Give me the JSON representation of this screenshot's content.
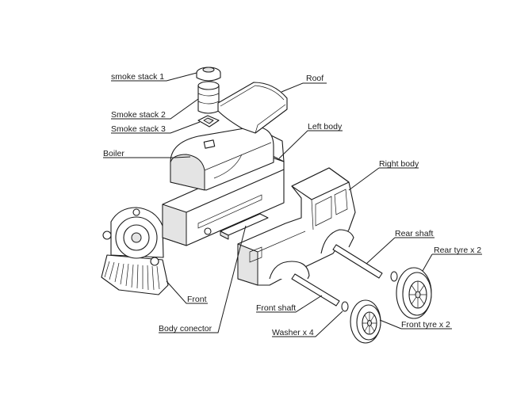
{
  "diagram": {
    "labels": {
      "smoke_stack_1": "smoke stack 1",
      "smoke_stack_2": "Smoke stack 2",
      "smoke_stack_3": "Smoke stack 3",
      "boiler": "Boiler",
      "roof": "Roof",
      "left_body": "Left body",
      "right_body": "Right body",
      "rear_shaft": "Rear shaft",
      "rear_tyre": "Rear tyre x 2",
      "front": "Front",
      "front_shaft": "Front shaft",
      "body_connector": "Body conector",
      "washer": "Washer x 4",
      "front_tyre": "Front tyre x 2"
    }
  }
}
